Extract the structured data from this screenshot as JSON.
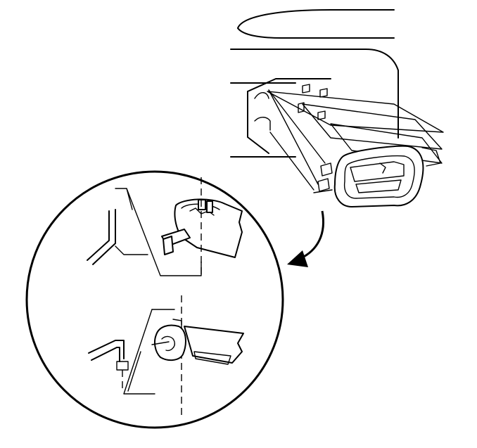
{
  "figure": {
    "background_color": "#ffffff",
    "line_color": "#000000",
    "views": [
      "door-trim-overview",
      "detail-circle-top",
      "detail-circle-bottom"
    ],
    "arrow_icon": "curved-arrow-icon"
  }
}
